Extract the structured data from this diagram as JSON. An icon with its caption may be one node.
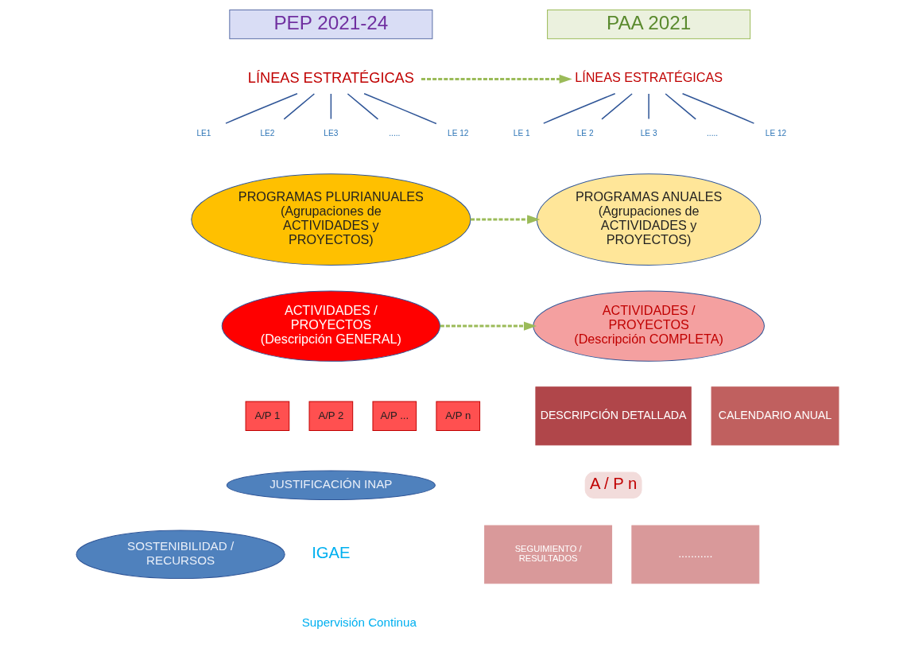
{
  "diagram": {
    "nodes": [
      {
        "text": [
          "PEP 2021-24"
        ]
      },
      {
        "text": [
          "PAA 2021"
        ]
      },
      {
        "text": [
          "LÍNEAS ESTRATÉGICAS"
        ]
      },
      {
        "text": [
          "LE1"
        ]
      },
      {
        "text": [
          "LE2"
        ]
      },
      {
        "text": [
          "LE3"
        ]
      },
      {
        "text": [
          "....."
        ]
      },
      {
        "text": [
          "LE 12"
        ]
      },
      {
        "text": [
          "LÍNEAS ESTRATÉGICAS"
        ]
      },
      {
        "text": [
          "LE 1"
        ]
      },
      {
        "text": [
          "LE 2"
        ]
      },
      {
        "text": [
          "LE 3"
        ]
      },
      {
        "text": [
          "....."
        ]
      },
      {
        "text": [
          "LE 12"
        ]
      },
      {
        "text": [
          "PROGRAMAS PLURIANUALES",
          "(Agrupaciones de ACTIVIDADES y PROYECTOS)"
        ]
      },
      {
        "text": [
          "PROGRAMAS ANUALES",
          "(Agrupaciones de ACTIVIDADES y PROYECTOS)"
        ]
      },
      {
        "text": [
          "ACTIVIDADES / PROYECTOS",
          "(Descripción GENERAL)"
        ]
      },
      {
        "text": [
          "ACTIVIDADES / PROYECTOS",
          "(Descripción COMPLETA)"
        ]
      },
      {
        "text": [
          "A/P 1"
        ]
      },
      {
        "text": [
          "A/P 2"
        ]
      },
      {
        "text": [
          "A/P ..."
        ]
      },
      {
        "text": [
          "A/P n"
        ]
      },
      {
        "text": [
          "JUSTIFICACIÓN INAP"
        ]
      },
      {
        "text": [
          "SOSTENIBILIDAD / RECURSOS"
        ]
      },
      {
        "text": [
          "DESCRIPCIÓN DETALLADA"
        ]
      },
      {
        "text": [
          "CALENDARIO ANUAL"
        ]
      },
      {
        "text": [
          "A / P n"
        ]
      },
      {
        "text": [
          "SEGUIMIENTO / RESULTADOS"
        ]
      },
      {
        "text": [
          "..........."
        ]
      }
    ],
    "edges": [
      {
        "from": 2,
        "to": 3,
        "arrow": "none"
      },
      {
        "from": 2,
        "to": 4,
        "arrow": "none"
      },
      {
        "from": 2,
        "to": 5,
        "arrow": "none"
      },
      {
        "from": 2,
        "to": 6,
        "arrow": "none"
      },
      {
        "from": 2,
        "to": 7,
        "arrow": "none"
      },
      {
        "from": 8,
        "to": 9,
        "arrow": "none"
      },
      {
        "from": 8,
        "to": 10,
        "arrow": "none"
      },
      {
        "from": 8,
        "to": 11,
        "arrow": "none"
      },
      {
        "from": 8,
        "to": 12,
        "arrow": "none"
      },
      {
        "from": 8,
        "to": 13,
        "arrow": "none"
      },
      {
        "from": 2,
        "to": 8,
        "arrow": "to",
        "style": "dashed",
        "color": "#9bbb59"
      },
      {
        "from": 14,
        "to": 15,
        "arrow": "to",
        "style": "dashed",
        "color": "#9bbb59"
      },
      {
        "from": 16,
        "to": 17,
        "arrow": "to",
        "style": "dashed",
        "color": "#9bbb59"
      }
    ],
    "labels": [
      "IGAE",
      "Supervisión Continua"
    ]
  }
}
